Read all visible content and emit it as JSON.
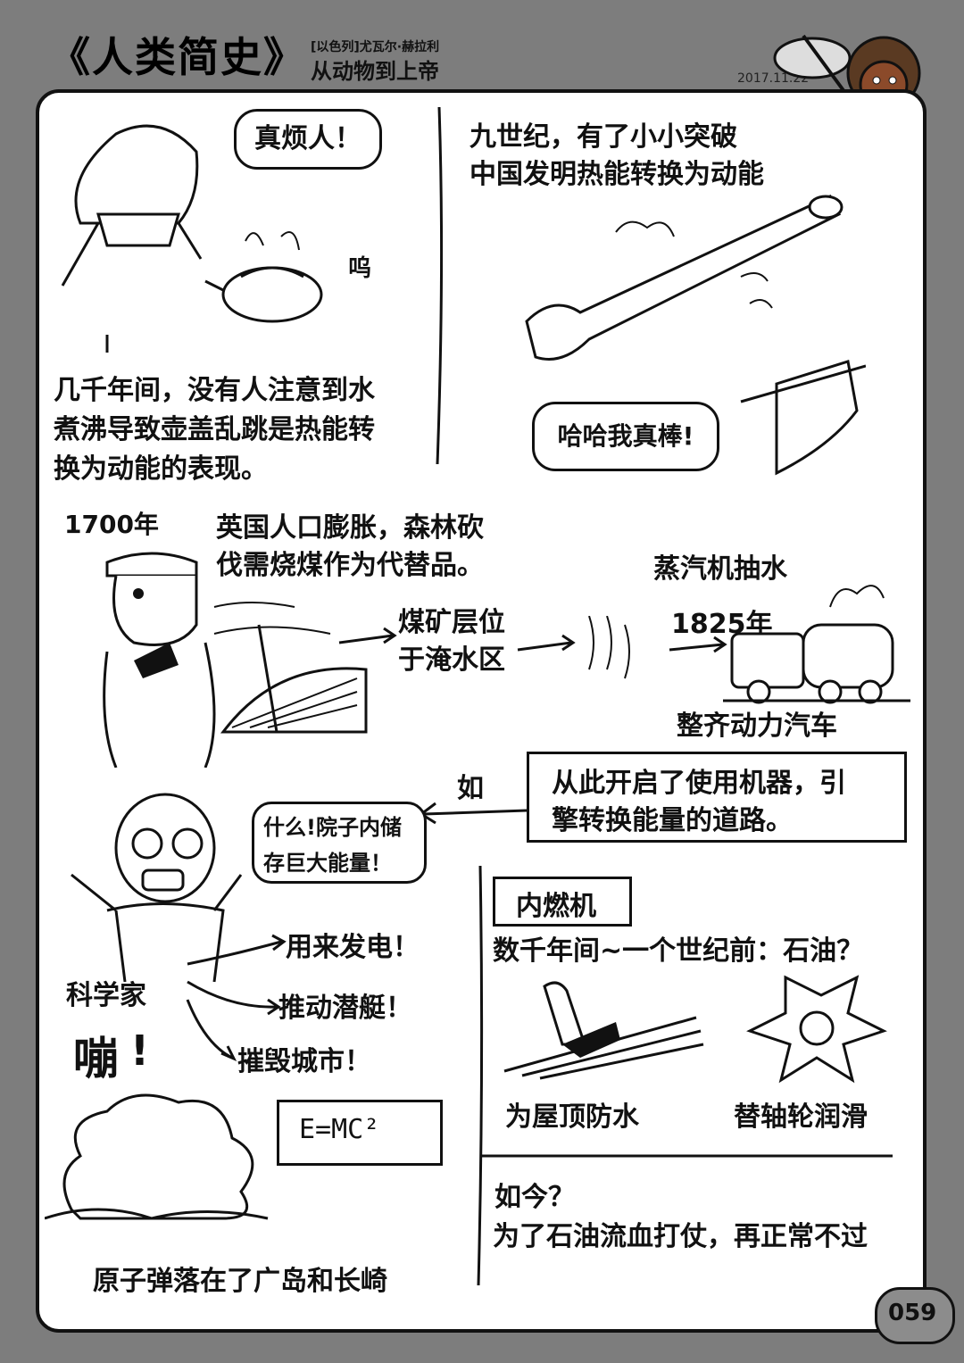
{
  "header": {
    "title": "《人类简史》",
    "author": "[以色列]尤瓦尔·赫拉利",
    "subtitle": "从动物到上帝",
    "date": "2017.11.22"
  },
  "panel1": {
    "speech": "真烦人！",
    "sound": "呜",
    "caption": [
      "几千年间，没有人注意到水",
      "煮沸导致壶盖乱跳是热能转",
      "换为动能的表现。"
    ]
  },
  "panel2": {
    "caption": [
      "九世纪，有了小小突破",
      "中国发明热能转换为动能"
    ],
    "speech": "哈哈我真棒!"
  },
  "panel3": {
    "year": "1700年",
    "caption": [
      "英国人口膨胀，森林砍",
      "伐需烧煤作为代替品。"
    ],
    "coal": [
      "煤矿层位",
      "于淹水区"
    ],
    "pump": "蒸汽机抽水",
    "year2": "1825年",
    "car": "整齐动力汽车"
  },
  "panel4": {
    "banner": [
      "从此开启了使用机器，引",
      "擎转换能量的道路。"
    ],
    "ru": "如",
    "speech": [
      "什么!院子内储",
      "存巨大能量！"
    ],
    "scientist": "科学家",
    "uses": [
      "用来发电！",
      "推动潜艇！",
      "摧毁城市！"
    ],
    "beng": "嘣",
    "formula": "E=MC²",
    "bomb": "原子弹落在了广岛和长崎"
  },
  "panel5": {
    "tag": "内燃机",
    "line": "数千年间~一个世纪前：石油？",
    "use1": "为屋顶防水",
    "use2": "替轴轮润滑",
    "now": "如今？",
    "now2": "为了石油流血打仗，再正常不过"
  },
  "page_number": "059"
}
